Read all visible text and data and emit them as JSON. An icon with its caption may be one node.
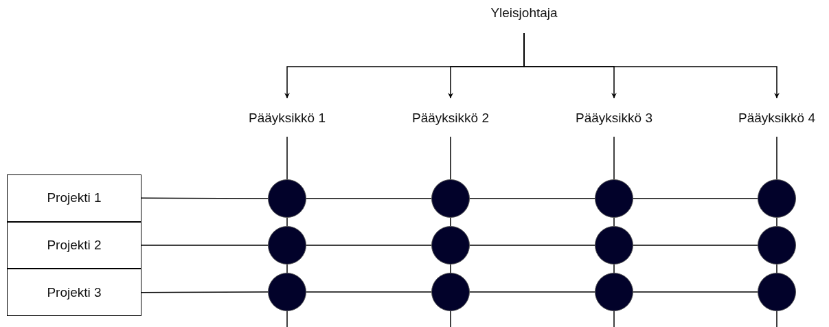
{
  "diagram": {
    "nodes": [
      {
        "text": [
          "Yleisjohtaja"
        ]
      },
      {
        "text": [
          "Pääyksikkö 1"
        ]
      },
      {
        "text": [
          "Pääyksikkö 2"
        ]
      },
      {
        "text": [
          "Pääyksikkö 3"
        ]
      },
      {
        "text": [
          "Pääyksikkö 4"
        ]
      },
      {
        "text": [
          "Projekti 1"
        ]
      },
      {
        "text": [
          "Projekti 2"
        ]
      },
      {
        "text": [
          "Projekti 3"
        ]
      },
      {
        "text": [],
        "shape": "circle"
      },
      {
        "text": [],
        "shape": "circle"
      },
      {
        "text": [],
        "shape": "circle"
      },
      {
        "text": [],
        "shape": "circle"
      },
      {
        "text": [],
        "shape": "circle"
      },
      {
        "text": [],
        "shape": "circle"
      },
      {
        "text": [],
        "shape": "circle"
      },
      {
        "text": [],
        "shape": "circle"
      },
      {
        "text": [],
        "shape": "circle"
      },
      {
        "text": [],
        "shape": "circle"
      },
      {
        "text": [],
        "shape": "circle"
      },
      {
        "text": [],
        "shape": "circle"
      }
    ],
    "edges": [
      {
        "from": 0,
        "to": 1,
        "arrow": "to"
      },
      {
        "from": 0,
        "to": 2,
        "arrow": "to"
      },
      {
        "from": 0,
        "to": 3,
        "arrow": "to"
      },
      {
        "from": 0,
        "to": 4,
        "arrow": "to"
      },
      {
        "from": 1,
        "to": 8,
        "arrow": "none"
      },
      {
        "from": 2,
        "to": 9,
        "arrow": "none"
      },
      {
        "from": 3,
        "to": 10,
        "arrow": "none"
      },
      {
        "from": 4,
        "to": 11,
        "arrow": "none"
      },
      {
        "from": 8,
        "to": 12,
        "arrow": "none"
      },
      {
        "from": 9,
        "to": 13,
        "arrow": "none"
      },
      {
        "from": 10,
        "to": 14,
        "arrow": "none"
      },
      {
        "from": 11,
        "to": 15,
        "arrow": "none"
      },
      {
        "from": 12,
        "to": 16,
        "arrow": "none"
      },
      {
        "from": 13,
        "to": 17,
        "arrow": "none"
      },
      {
        "from": 14,
        "to": 18,
        "arrow": "none"
      },
      {
        "from": 15,
        "to": 19,
        "arrow": "none"
      },
      {
        "from": 16,
        "to": null,
        "arrow": "none"
      },
      {
        "from": 17,
        "to": null,
        "arrow": "none"
      },
      {
        "from": 18,
        "to": null,
        "arrow": "none"
      },
      {
        "from": 19,
        "to": null,
        "arrow": "none"
      },
      {
        "from": 5,
        "to": 8,
        "arrow": "none"
      },
      {
        "from": 8,
        "to": 9,
        "arrow": "none"
      },
      {
        "from": 9,
        "to": 10,
        "arrow": "none"
      },
      {
        "from": 10,
        "to": 11,
        "arrow": "none"
      },
      {
        "from": 6,
        "to": 12,
        "arrow": "none"
      },
      {
        "from": 12,
        "to": 13,
        "arrow": "none"
      },
      {
        "from": 13,
        "to": 14,
        "arrow": "none"
      },
      {
        "from": 14,
        "to": 15,
        "arrow": "none"
      },
      {
        "from": 7,
        "to": 16,
        "arrow": "none"
      },
      {
        "from": 16,
        "to": 17,
        "arrow": "none"
      },
      {
        "from": 17,
        "to": 18,
        "arrow": "none"
      },
      {
        "from": 18,
        "to": 19,
        "arrow": "none"
      }
    ]
  }
}
